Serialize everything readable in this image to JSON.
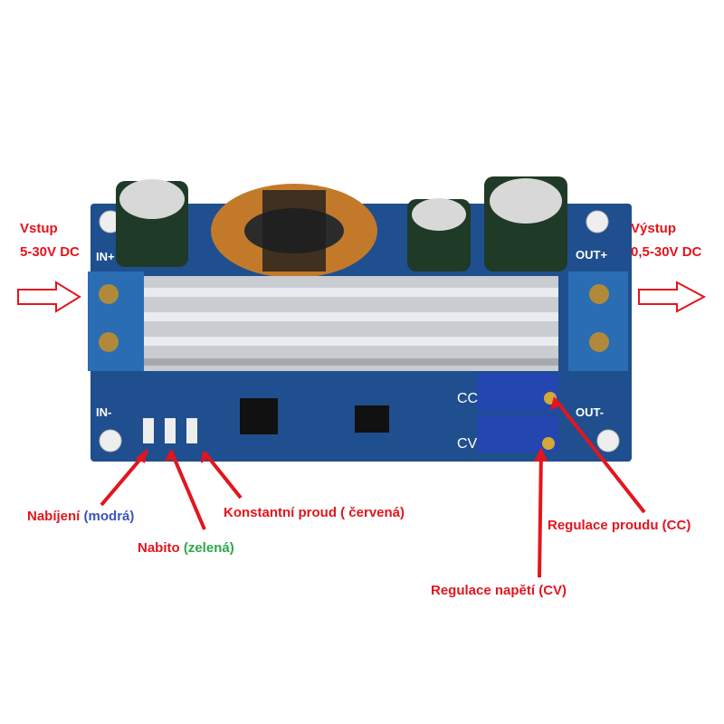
{
  "input": {
    "title": "Vstup",
    "range": "5-30V DC"
  },
  "output": {
    "title": "Výstup",
    "range": "0,5-30V DC"
  },
  "leds": {
    "charging": {
      "label": "Nabíjení",
      "color_name": "(modrá)"
    },
    "charged": {
      "label": "Nabito",
      "color_name": "(zelená)"
    },
    "constant_current": {
      "label": "Konstantní proud ( červená)"
    }
  },
  "pots": {
    "cc": {
      "label": "Regulace proudu (CC)"
    },
    "cv": {
      "label": "Regulace napětí (CV)"
    }
  },
  "silkscreen": {
    "in_plus": "IN+",
    "in_minus": "IN-",
    "out_plus": "OUT+",
    "out_minus": "OUT-",
    "cc": "CC",
    "cv": "CV"
  },
  "colors": {
    "annotation": "#e3151d",
    "pcb": "#1f4f8e",
    "blue_text": "#3b52c4",
    "green_text": "#2aa84a"
  }
}
